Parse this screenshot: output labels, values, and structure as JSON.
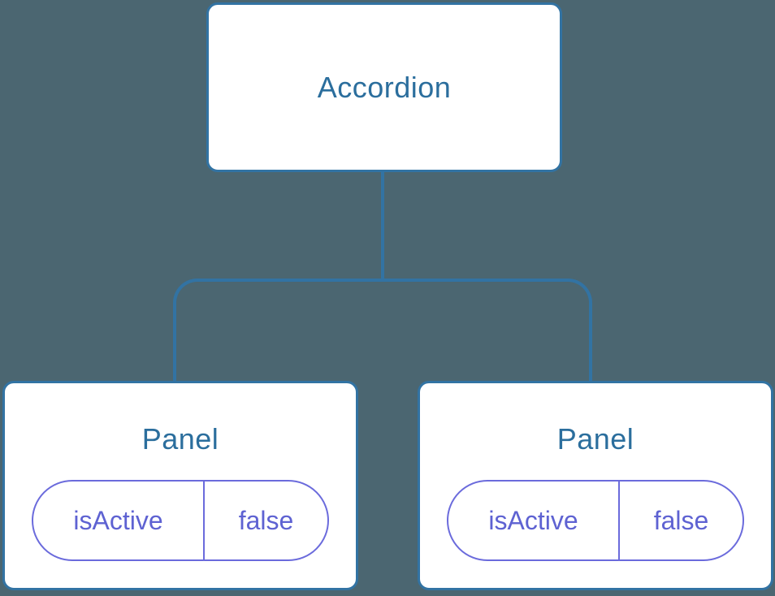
{
  "diagram": {
    "type": "component-tree",
    "root": {
      "label": "Accordion"
    },
    "children": [
      {
        "label": "Panel",
        "state": {
          "key": "isActive",
          "value": "false"
        }
      },
      {
        "label": "Panel",
        "state": {
          "key": "isActive",
          "value": "false"
        }
      }
    ]
  },
  "colors": {
    "background": "#4B6671",
    "node_border": "#3273A3",
    "node_text": "#2B6E9D",
    "connector": "#3273A3",
    "state_pill_border": "#6B6BDC",
    "state_pill_text": "#5E62D2",
    "node_fill": "#FFFFFF"
  }
}
